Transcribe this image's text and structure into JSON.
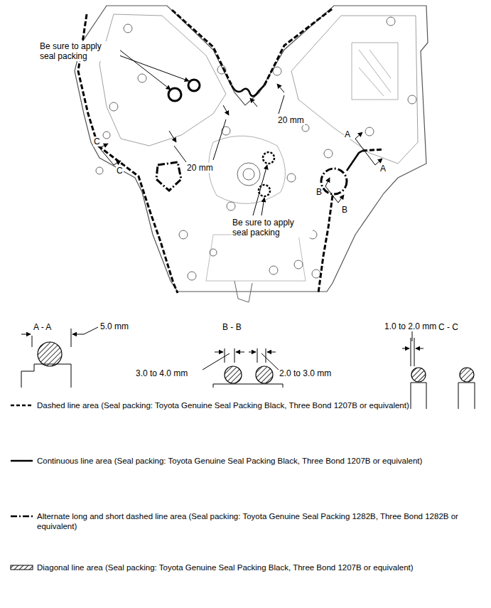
{
  "diagram": {
    "labels": [
      "Be sure to apply seal packing",
      "C",
      "C",
      "20 mm",
      "20 mm",
      "A",
      "A",
      "B",
      "B",
      "Be sure to apply seal packing",
      "A - A",
      "5.0 mm",
      "B - B",
      "3.0 to 4.0 mm",
      "2.0 to 3.0 mm",
      "1.0 to 2.0 mm",
      "C - C"
    ],
    "legend": [
      {
        "text": "Dashed line area (Seal packing: Toyota Genuine Seal Packing Black, Three Bond 1207B or equivalent)"
      },
      {
        "text": "Continuous line area (Seal packing: Toyota Genuine Seal Packing Black, Three Bond 1207B or equivalent)"
      },
      {
        "text": "Alternate long and short dashed line area (Seal packing: Toyota Genuine Seal Packing 1282B, Three Bond 1282B or equivalent)"
      },
      {
        "text": "Diagonal line area (Seal packing: Toyota Genuine Seal Packing Black, Three Bond 1207B or equivalent)"
      }
    ]
  }
}
